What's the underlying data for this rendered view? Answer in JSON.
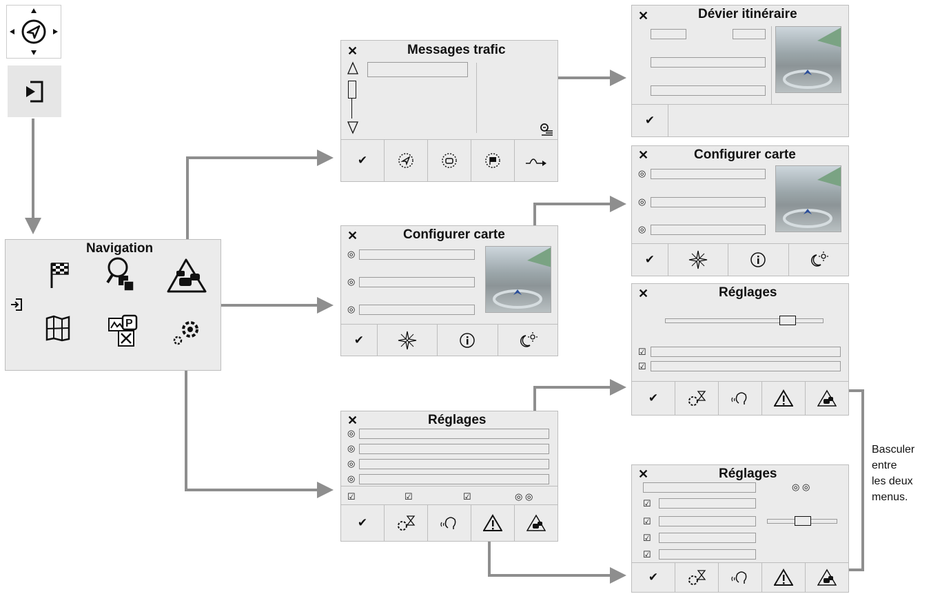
{
  "nav_panel": {
    "title": "Navigation"
  },
  "traffic_panel": {
    "title": "Messages trafic"
  },
  "map_config_panel": {
    "title": "Configurer carte"
  },
  "settings_panel": {
    "title": "Réglages"
  },
  "deviate_panel": {
    "title": "Dévier itinéraire"
  },
  "map_config_panel_2": {
    "title": "Configurer carte"
  },
  "settings_panel_2": {
    "title": "Réglages"
  },
  "settings_panel_3": {
    "title": "Réglages"
  },
  "caption": {
    "line1": "Basculer",
    "line2": "entre",
    "line3": "les deux",
    "line4": "menus."
  },
  "glyphs": {
    "close": "✕",
    "check": "✔"
  },
  "colors": {
    "arrow": "#8e8e8e",
    "panel": "#ebebeb"
  }
}
